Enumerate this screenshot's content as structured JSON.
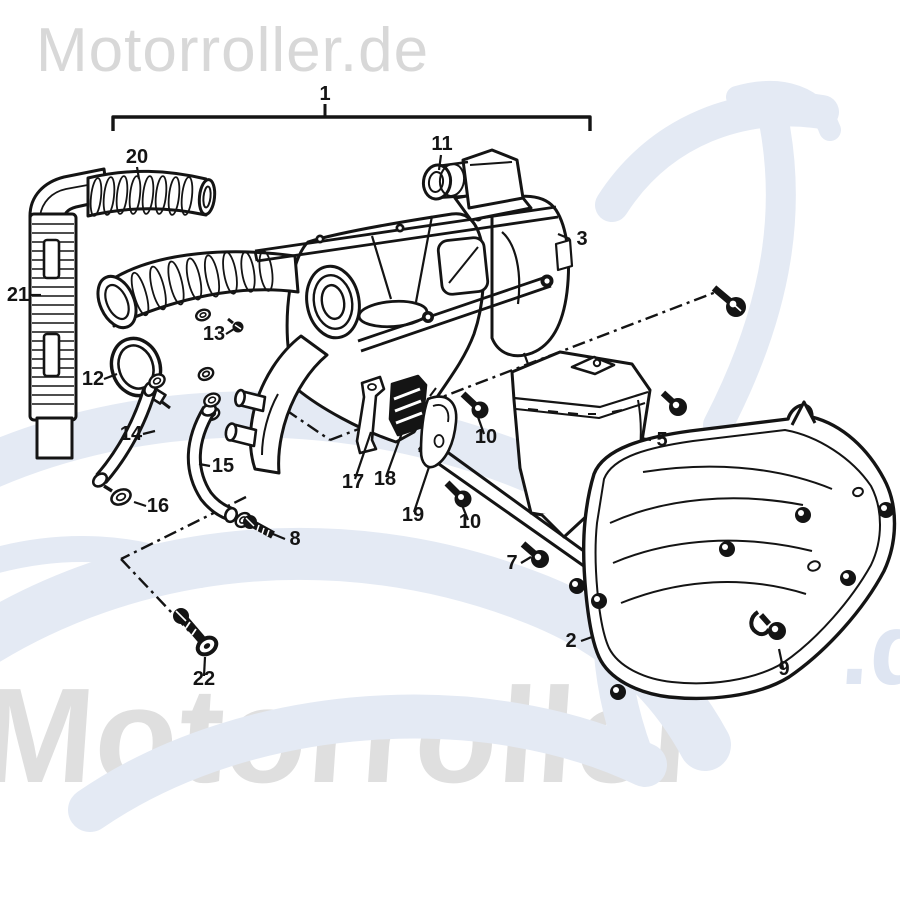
{
  "watermarks": {
    "header_logo": "Motorroller.de",
    "footer_logo": "Motorroller",
    "corner_logo": ".de",
    "gray_color": "#d8d8d8",
    "blue_color": "#e4eaf4"
  },
  "diagram": {
    "line_color": "#141414",
    "callouts": {
      "c1": "1",
      "c2": "2",
      "c3": "3",
      "c5": "5",
      "c7": "7",
      "c8": "8",
      "c9": "9",
      "c10a": "10",
      "c10b": "10",
      "c11": "11",
      "c12": "12",
      "c13": "13",
      "c14": "14",
      "c15": "15",
      "c16": "16",
      "c17": "17",
      "c18": "18",
      "c19": "19",
      "c20": "20",
      "c21": "21",
      "c22": "22"
    }
  }
}
